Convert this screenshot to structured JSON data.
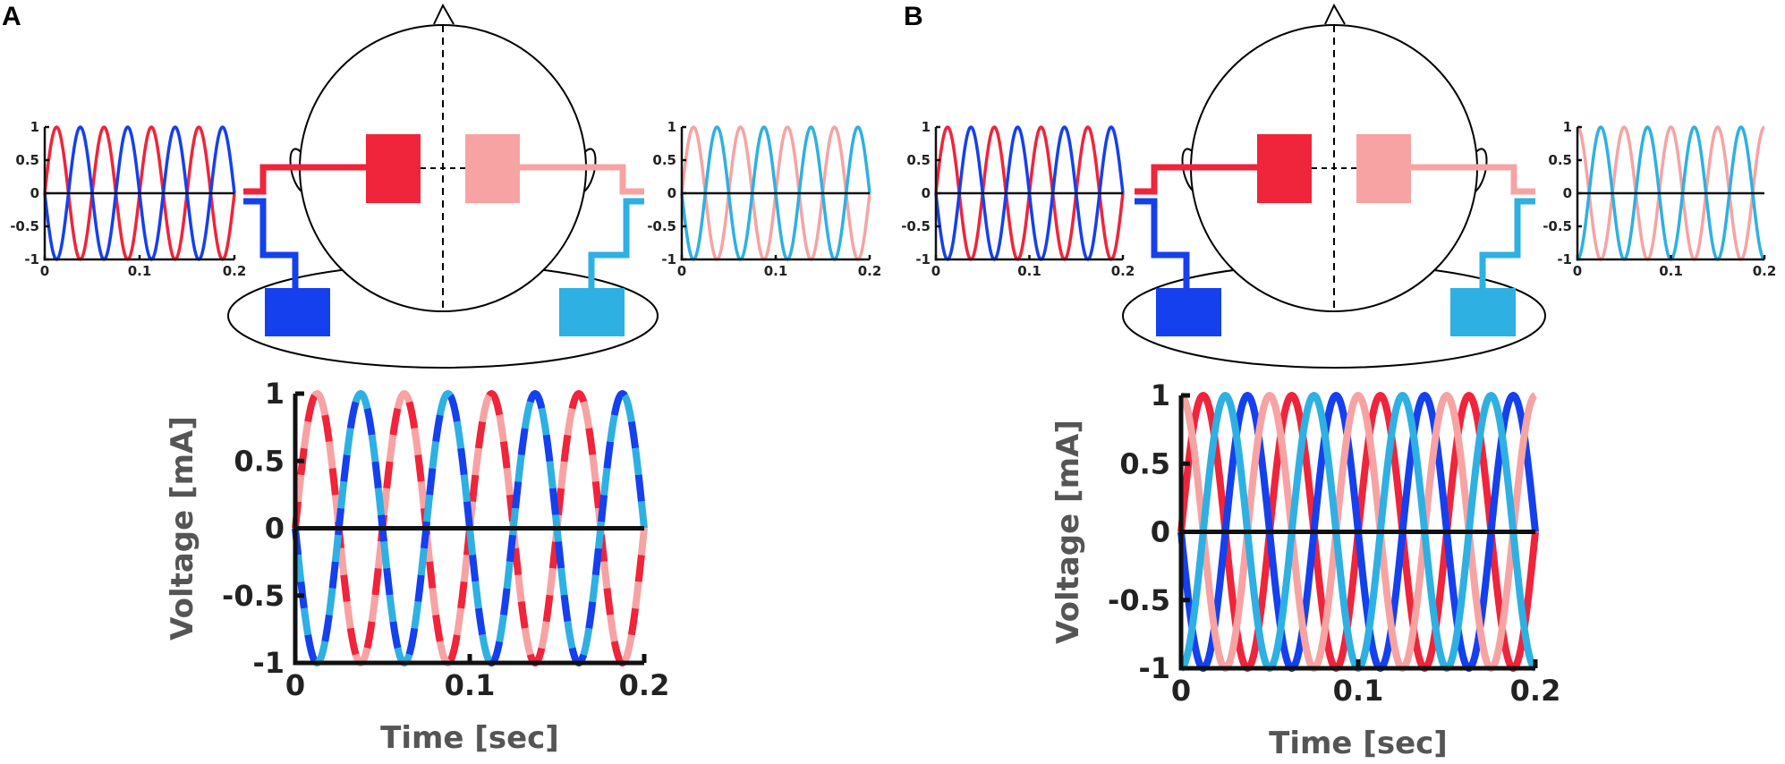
{
  "figure": {
    "panel_a_label": "A",
    "panel_b_label": "B"
  },
  "colors": {
    "red": "#f0243a",
    "pink": "#f7a3a3",
    "dark_blue": "#1540ee",
    "light_blue": "#2eb0e3",
    "axis": "#111111"
  },
  "chart_data": [
    {
      "id": "A-left-small",
      "type": "line",
      "x": [
        0,
        0.2
      ],
      "xlim": [
        0,
        0.2
      ],
      "ylim": [
        -1,
        1
      ],
      "xticks": [
        "0",
        "0.1",
        "0.2"
      ],
      "yticks": [
        "1",
        "0.5",
        "0",
        "-0.5",
        "-1"
      ],
      "frequency_hz": 20,
      "series": [
        {
          "color": "#f0243a",
          "amplitude": 1,
          "phase_deg": 0
        },
        {
          "color": "#1540ee",
          "amplitude": 1,
          "phase_deg": 180
        }
      ]
    },
    {
      "id": "A-right-small",
      "type": "line",
      "x": [
        0,
        0.2
      ],
      "xlim": [
        0,
        0.2
      ],
      "ylim": [
        -1,
        1
      ],
      "xticks": [
        "0",
        "0.1",
        "0.2"
      ],
      "yticks": [
        "1",
        "0.5",
        "0",
        "-0.5",
        "-1"
      ],
      "frequency_hz": 20,
      "series": [
        {
          "color": "#f7a3a3",
          "amplitude": 1,
          "phase_deg": 0
        },
        {
          "color": "#2eb0e3",
          "amplitude": 1,
          "phase_deg": 180
        }
      ]
    },
    {
      "id": "A-main",
      "type": "line",
      "xlim": [
        0,
        0.2
      ],
      "ylim": [
        -1,
        1
      ],
      "xlabel": "Time [sec]",
      "ylabel": "Voltage [mA]",
      "xticks": [
        "0",
        "0.1",
        "0.2"
      ],
      "yticks": [
        "1",
        "0.5",
        "0",
        "-0.5",
        "-1"
      ],
      "frequency_hz": 20,
      "series": [
        {
          "color": "#f0243a",
          "amplitude": 1,
          "phase_deg": 0,
          "dashed": true
        },
        {
          "color": "#f7a3a3",
          "amplitude": 1,
          "phase_deg": 0,
          "dashed": true
        },
        {
          "color": "#1540ee",
          "amplitude": 1,
          "phase_deg": 180,
          "dashed": true
        },
        {
          "color": "#2eb0e3",
          "amplitude": 1,
          "phase_deg": 180,
          "dashed": true
        }
      ]
    },
    {
      "id": "B-left-small",
      "type": "line",
      "xlim": [
        0,
        0.2
      ],
      "ylim": [
        -1,
        1
      ],
      "xticks": [
        "0",
        "0.1",
        "0.2"
      ],
      "yticks": [
        "1",
        "0.5",
        "0",
        "-0.5",
        "-1"
      ],
      "frequency_hz": 20,
      "series": [
        {
          "color": "#f0243a",
          "amplitude": 1,
          "phase_deg": 0
        },
        {
          "color": "#1540ee",
          "amplitude": 1,
          "phase_deg": 180
        }
      ]
    },
    {
      "id": "B-right-small",
      "type": "line",
      "xlim": [
        0,
        0.2
      ],
      "ylim": [
        -1,
        1
      ],
      "xticks": [
        "0",
        "0.1",
        "0.2"
      ],
      "yticks": [
        "1",
        "0.5",
        "0",
        "-0.5",
        "-1"
      ],
      "frequency_hz": 20,
      "series": [
        {
          "color": "#f7a3a3",
          "amplitude": 1,
          "phase_deg": 90
        },
        {
          "color": "#2eb0e3",
          "amplitude": 1,
          "phase_deg": 270
        }
      ]
    },
    {
      "id": "B-main",
      "type": "line",
      "xlim": [
        0,
        0.2
      ],
      "ylim": [
        -1,
        1
      ],
      "xlabel": "Time [sec]",
      "ylabel": "Voltage [mA]",
      "xticks": [
        "0",
        "0.1",
        "0.2"
      ],
      "yticks": [
        "1",
        "0.5",
        "0",
        "-0.5",
        "-1"
      ],
      "frequency_hz": 20,
      "series": [
        {
          "color": "#f0243a",
          "amplitude": 1,
          "phase_deg": 0
        },
        {
          "color": "#1540ee",
          "amplitude": 1,
          "phase_deg": 180
        },
        {
          "color": "#f7a3a3",
          "amplitude": 1,
          "phase_deg": 90
        },
        {
          "color": "#2eb0e3",
          "amplitude": 1,
          "phase_deg": 270
        }
      ]
    }
  ]
}
